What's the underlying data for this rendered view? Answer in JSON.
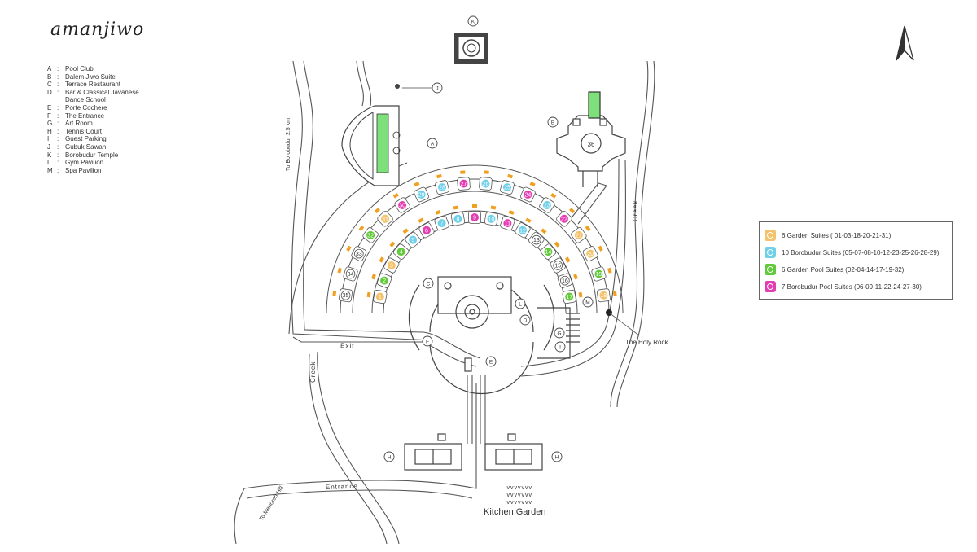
{
  "brand": {
    "name": "amanjiwo"
  },
  "legend": [
    {
      "key": "A",
      "label": "Pool Club"
    },
    {
      "key": "B",
      "label": "Dalem Jiwo Suite"
    },
    {
      "key": "C",
      "label": "Terrace Restaurant"
    },
    {
      "key": "D",
      "label": "Bar & Classical Javanese\nDance School"
    },
    {
      "key": "E",
      "label": "Porte Cochere"
    },
    {
      "key": "F",
      "label": "The Entrance"
    },
    {
      "key": "G",
      "label": "Art Room"
    },
    {
      "key": "H",
      "label": "Tennis Court"
    },
    {
      "key": "I",
      "label": "Guest Parking"
    },
    {
      "key": "J",
      "label": "Gubuk Sawah"
    },
    {
      "key": "K",
      "label": "Borobudur Temple"
    },
    {
      "key": "L",
      "label": "Gym Pavilion"
    },
    {
      "key": "M",
      "label": "Spa Pavilion"
    }
  ],
  "suite_key": [
    {
      "label": "6 Garden Suites ( 01-03-18-20-21-31)",
      "color": "#f3c26b",
      "type": "garden"
    },
    {
      "label": "10 Borobudur Suites (05-07-08-10-12-23-25-26-28-29)",
      "color": "#6fd0ea",
      "type": "borobudur"
    },
    {
      "label": "6 Garden Pool Suites (02-04-14-17-19-32)",
      "color": "#62c93a",
      "type": "garden-pool"
    },
    {
      "label": "7 Borobudur Pool Suites (06-09-11-22-24-27-30)",
      "color": "#e43cb3",
      "type": "borobudur-pool"
    }
  ],
  "labels": {
    "exit": "Exit",
    "entrance": "Entrance",
    "creek_right": "Creek",
    "creek_left": "Creek",
    "to_borobudur": "To Borobudur 2.5 km",
    "to_menoreh": "To Menoreh Hill",
    "holy_rock": "The Holy Rock",
    "kitchen_garden": "Kitchen Garden",
    "dalem_number": "36"
  },
  "suites": [
    {
      "num": "01",
      "type": "garden"
    },
    {
      "num": "02",
      "type": "garden-pool"
    },
    {
      "num": "03",
      "type": "garden"
    },
    {
      "num": "04",
      "type": "garden-pool"
    },
    {
      "num": "05",
      "type": "borobudur"
    },
    {
      "num": "06",
      "type": "borobudur-pool"
    },
    {
      "num": "07",
      "type": "borobudur"
    },
    {
      "num": "08",
      "type": "borobudur"
    },
    {
      "num": "09",
      "type": "borobudur-pool"
    },
    {
      "num": "10",
      "type": "borobudur"
    },
    {
      "num": "11",
      "type": "borobudur-pool"
    },
    {
      "num": "12",
      "type": "borobudur"
    },
    {
      "num": "13",
      "type": "plain"
    },
    {
      "num": "14",
      "type": "garden-pool"
    },
    {
      "num": "15",
      "type": "plain"
    },
    {
      "num": "16",
      "type": "plain"
    },
    {
      "num": "17",
      "type": "garden-pool"
    },
    {
      "num": "18",
      "type": "garden"
    },
    {
      "num": "19",
      "type": "garden-pool"
    },
    {
      "num": "20",
      "type": "garden"
    },
    {
      "num": "21",
      "type": "garden"
    },
    {
      "num": "22",
      "type": "borobudur-pool"
    },
    {
      "num": "23",
      "type": "borobudur"
    },
    {
      "num": "24",
      "type": "borobudur-pool"
    },
    {
      "num": "25",
      "type": "borobudur"
    },
    {
      "num": "26",
      "type": "borobudur"
    },
    {
      "num": "27",
      "type": "borobudur-pool"
    },
    {
      "num": "28",
      "type": "borobudur"
    },
    {
      "num": "29",
      "type": "borobudur"
    },
    {
      "num": "30",
      "type": "borobudur-pool"
    },
    {
      "num": "31",
      "type": "garden"
    },
    {
      "num": "32",
      "type": "garden-pool"
    },
    {
      "num": "33",
      "type": "plain"
    },
    {
      "num": "34",
      "type": "plain"
    },
    {
      "num": "35",
      "type": "plain"
    }
  ],
  "colors": {
    "garden": "#f3c26b",
    "borobudur": "#6fd0ea",
    "garden-pool": "#62c93a",
    "borobudur-pool": "#e43cb3",
    "plain": "#ffffff",
    "accent_orange": "#f0a020",
    "pool_green": "#7ee07a",
    "line": "#555555"
  },
  "kitchen_garden_rows": [
    "vvvvvvv",
    "vvvvvvv",
    "vvvvvvv"
  ]
}
